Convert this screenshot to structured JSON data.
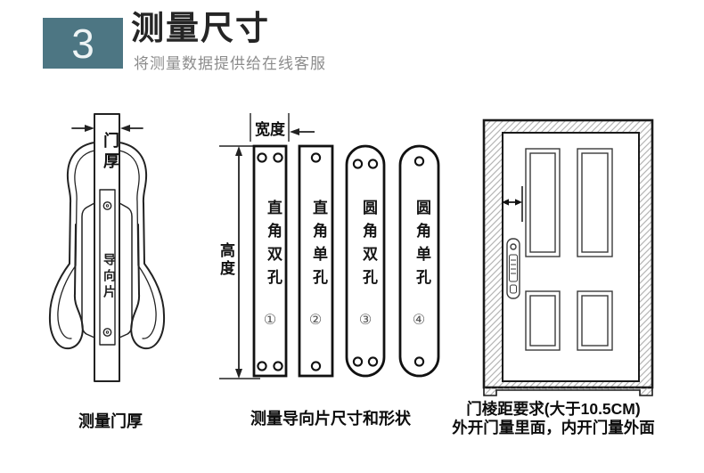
{
  "header": {
    "step_number": "3",
    "title": "测量尺寸",
    "subtitle": "将测量数据提供给在线客服",
    "accent_color": "#4d7683"
  },
  "lock_section": {
    "door_thickness_label": "门厚",
    "guide_plate_label": "导向片",
    "caption": "测量门厚"
  },
  "plates_section": {
    "width_label": "宽度",
    "height_label": "高度",
    "caption": "测量导向片尺寸和形状",
    "plates": [
      {
        "label": "直角双孔",
        "number": "①",
        "corner": "square",
        "holes": 2
      },
      {
        "label": "直角单孔",
        "number": "②",
        "corner": "square",
        "holes": 1
      },
      {
        "label": "圆角双孔",
        "number": "③",
        "corner": "round",
        "holes": 2
      },
      {
        "label": "圆角单孔",
        "number": "④",
        "corner": "round",
        "holes": 1
      }
    ]
  },
  "door_section": {
    "caption_line1": "门棱距要求(大于10.5CM)",
    "caption_line2": "外开门量里面，内开门量外面"
  }
}
